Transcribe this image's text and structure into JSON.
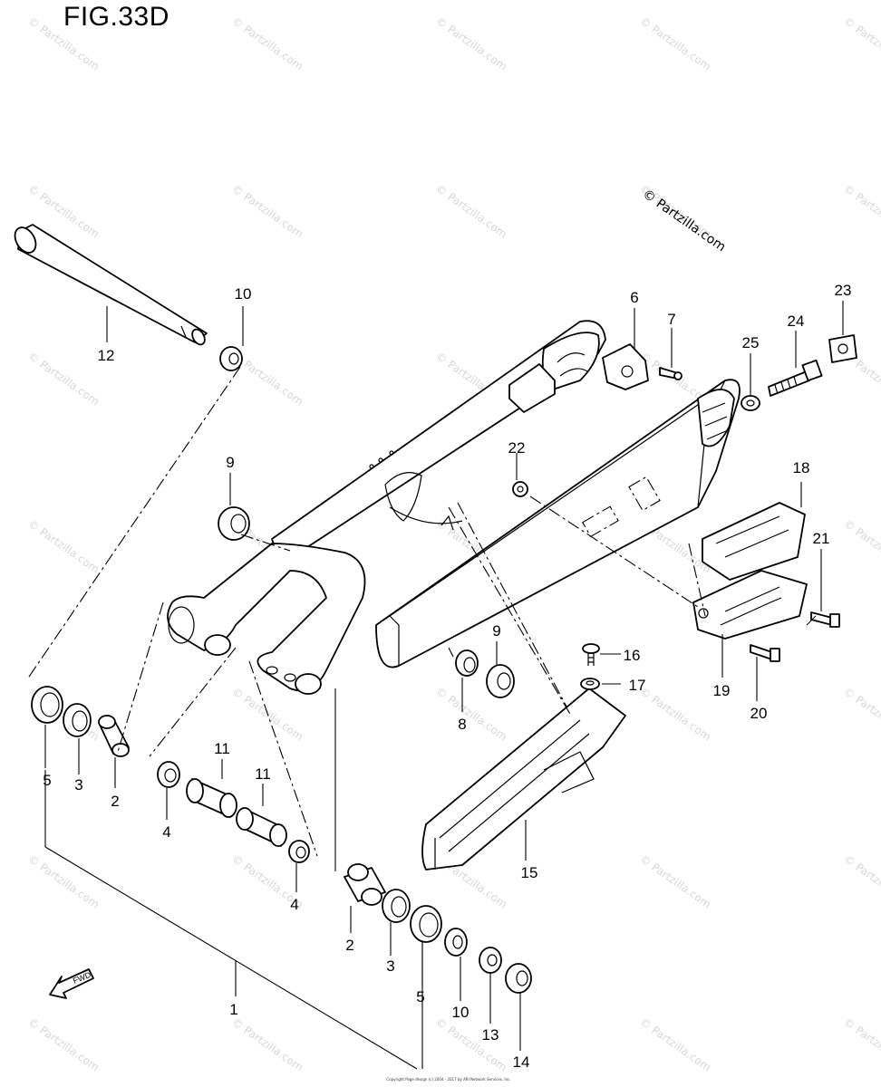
{
  "figure": {
    "title": "FIG.33D",
    "copyright": "© Partzilla.com",
    "footer": "Copyright Page design (c) 2004 - 2017 by ARI Network Services, Inc.",
    "watermark": "© Partzilla.com",
    "fwd_label": "FWD"
  },
  "callouts": [
    "1",
    "2",
    "2",
    "3",
    "3",
    "4",
    "4",
    "5",
    "5",
    "6",
    "7",
    "8",
    "9",
    "9",
    "10",
    "10",
    "11",
    "11",
    "12",
    "13",
    "14",
    "15",
    "16",
    "17",
    "18",
    "19",
    "20",
    "21",
    "22",
    "23",
    "24",
    "25"
  ]
}
